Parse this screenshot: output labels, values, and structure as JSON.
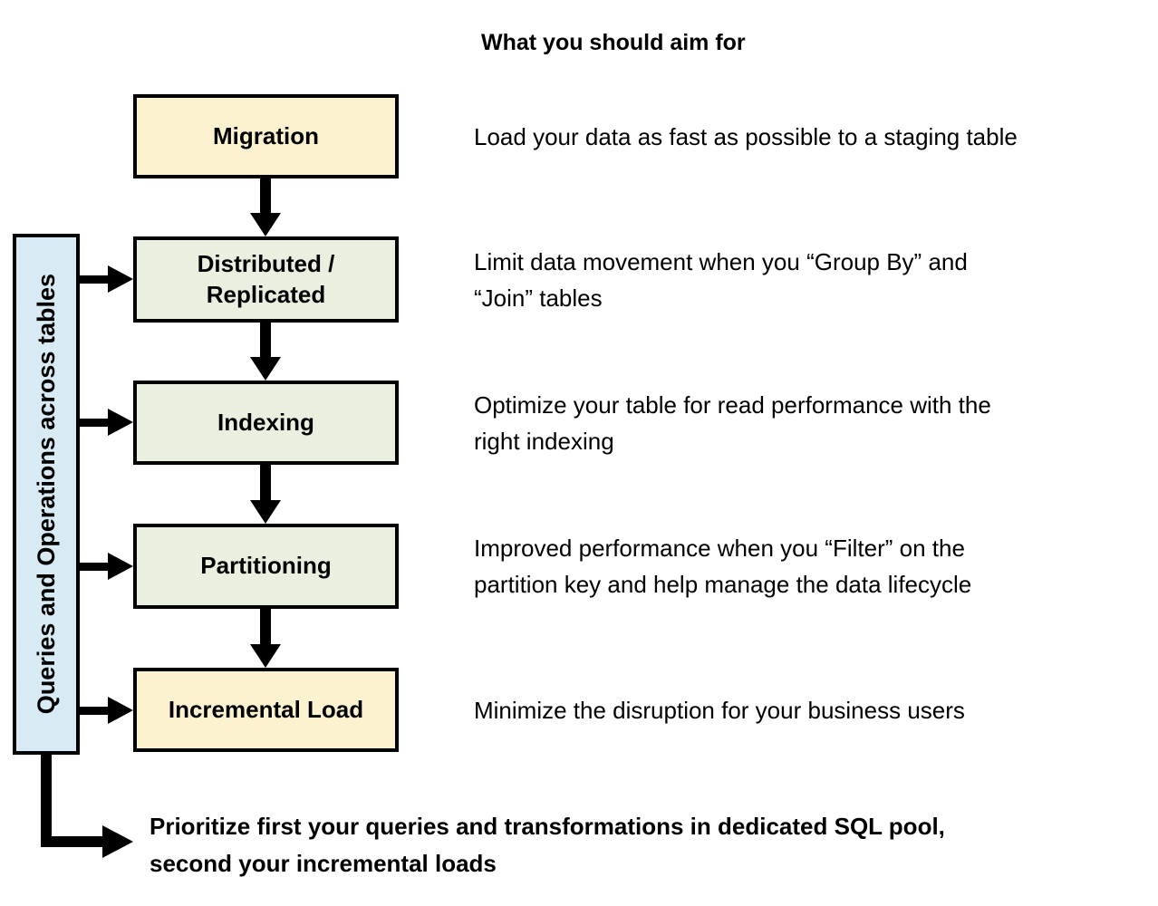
{
  "right_column": {
    "title": "What you should aim for",
    "items": [
      {
        "lines": [
          "Load your data as fast as possible to a staging table"
        ]
      },
      {
        "lines": [
          "Limit data movement when you “Group By” and",
          "“Join” tables"
        ]
      },
      {
        "lines": [
          "Optimize your table for read performance with the",
          "right indexing"
        ]
      },
      {
        "lines": [
          "Improved performance when you “Filter” on the",
          "partition key and help manage the data lifecycle"
        ]
      },
      {
        "lines": [
          "Minimize the disruption for your business users"
        ]
      }
    ]
  },
  "sidebar": {
    "label": "Queries and Operations across tables"
  },
  "flow": {
    "boxes": [
      {
        "id": "migration",
        "label_lines": [
          "Migration"
        ],
        "color": "yellow"
      },
      {
        "id": "distributed-replicated",
        "label_lines": [
          "Distributed /",
          "Replicated"
        ],
        "color": "green"
      },
      {
        "id": "indexing",
        "label_lines": [
          "Indexing"
        ],
        "color": "green"
      },
      {
        "id": "partitioning",
        "label_lines": [
          "Partitioning"
        ],
        "color": "green"
      },
      {
        "id": "incremental-load",
        "label_lines": [
          "Incremental Load"
        ],
        "color": "yellow"
      }
    ]
  },
  "footer": {
    "lines": [
      "Prioritize first your queries and transformations in dedicated SQL pool,",
      "second your incremental loads"
    ]
  },
  "colors": {
    "box_yellow": "#FCF2D0",
    "box_green": "#E9F0E0",
    "sidebar_blue": "#D8EBF5",
    "line_black": "#000000"
  }
}
